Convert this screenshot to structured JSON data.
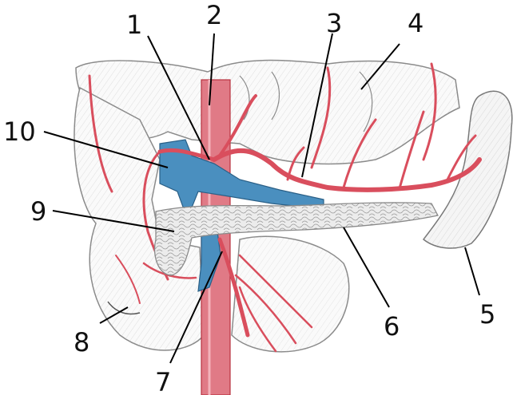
{
  "colors": {
    "artery": "#e0606e",
    "artery_dark": "#b8323f",
    "vein": "#3f86b3",
    "vein_dark": "#2a5f86",
    "organ_outline": "#777777",
    "organ_fill": "#ffffff",
    "pancreas_fill": "#e8e8e8",
    "leader": "#000000"
  },
  "labels": [
    {
      "id": "1",
      "text": "1"
    },
    {
      "id": "2",
      "text": "2"
    },
    {
      "id": "3",
      "text": "3"
    },
    {
      "id": "4",
      "text": "4"
    },
    {
      "id": "5",
      "text": "5"
    },
    {
      "id": "6",
      "text": "6"
    },
    {
      "id": "7",
      "text": "7"
    },
    {
      "id": "8",
      "text": "8"
    },
    {
      "id": "9",
      "text": "9"
    },
    {
      "id": "10",
      "text": "10"
    }
  ]
}
